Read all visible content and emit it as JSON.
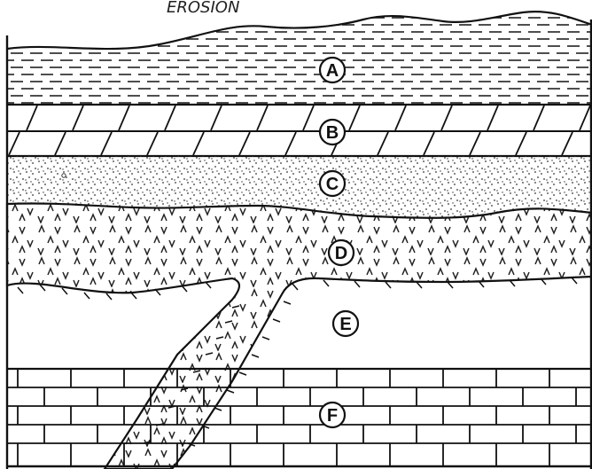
{
  "header": {
    "text": "EROSION"
  },
  "layers": [
    {
      "label": "A",
      "pattern": "shale"
    },
    {
      "label": "B",
      "pattern": "limestone"
    },
    {
      "label": "C",
      "pattern": "sandstone"
    },
    {
      "label": "D",
      "pattern": "igneous-intrusion"
    },
    {
      "label": "E",
      "pattern": "blank"
    },
    {
      "label": "F",
      "pattern": "limestone-blocks"
    }
  ]
}
